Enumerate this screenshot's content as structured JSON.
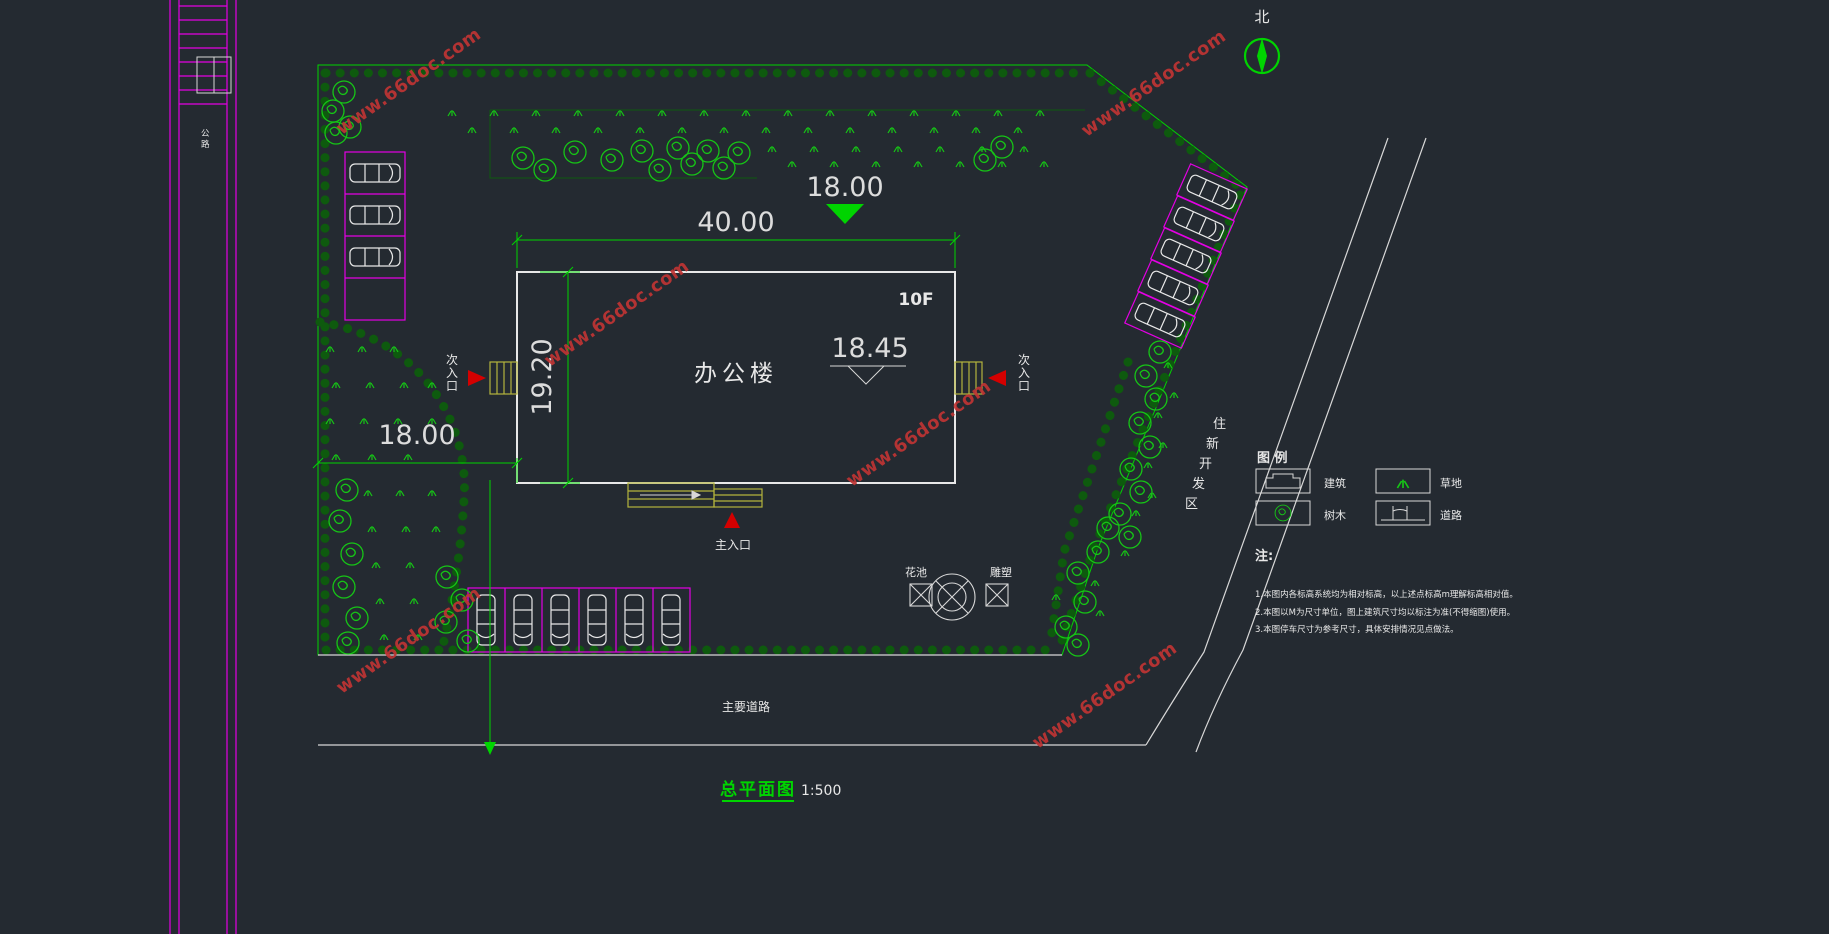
{
  "watermark": {
    "text": "www.66doc.com"
  },
  "compass": {
    "label": "北"
  },
  "site": {
    "building_label": "办公楼",
    "building_floors": "10F",
    "building_elevation": "18.45",
    "site_elevation": "18.00",
    "dim_width": "40.00",
    "dim_depth": "19.20",
    "dim_left": "18.00",
    "entrance_main": "主入口",
    "entrance_left": "次入口",
    "entrance_right": "次入口",
    "flower_bed": "花池",
    "sculpture": "雕塑",
    "main_road": "主要道路",
    "zone_label": "住新开发区",
    "left_road_label": "公路"
  },
  "legend": {
    "title": "图 例",
    "items": [
      {
        "label": "建筑"
      },
      {
        "label": "草地"
      },
      {
        "label": "树木"
      },
      {
        "label": "道路"
      }
    ]
  },
  "notes": {
    "title": "注:",
    "lines": [
      "1.本图内各标高系统均为相对标高，以上述点标高m理解标高相对值。",
      "2.本图以M为尺寸单位，图上建筑尺寸均以标注为准(不得缩图)使用。",
      "3.本图停车尺寸为参考尺寸，具体安排情况见点做法。"
    ]
  },
  "title_block": {
    "name": "总平面图",
    "scale": "1:500"
  },
  "colors": {
    "background": "#242a31",
    "line_green": "#00d400",
    "bush_green": "#0e5a0e",
    "tree_green": "#16c516",
    "white": "#e8e8e8",
    "magenta": "#e400e4",
    "entrance_red": "#d40000",
    "stair_yellow": "#b4b43c",
    "watermark_red": "#c03434"
  }
}
